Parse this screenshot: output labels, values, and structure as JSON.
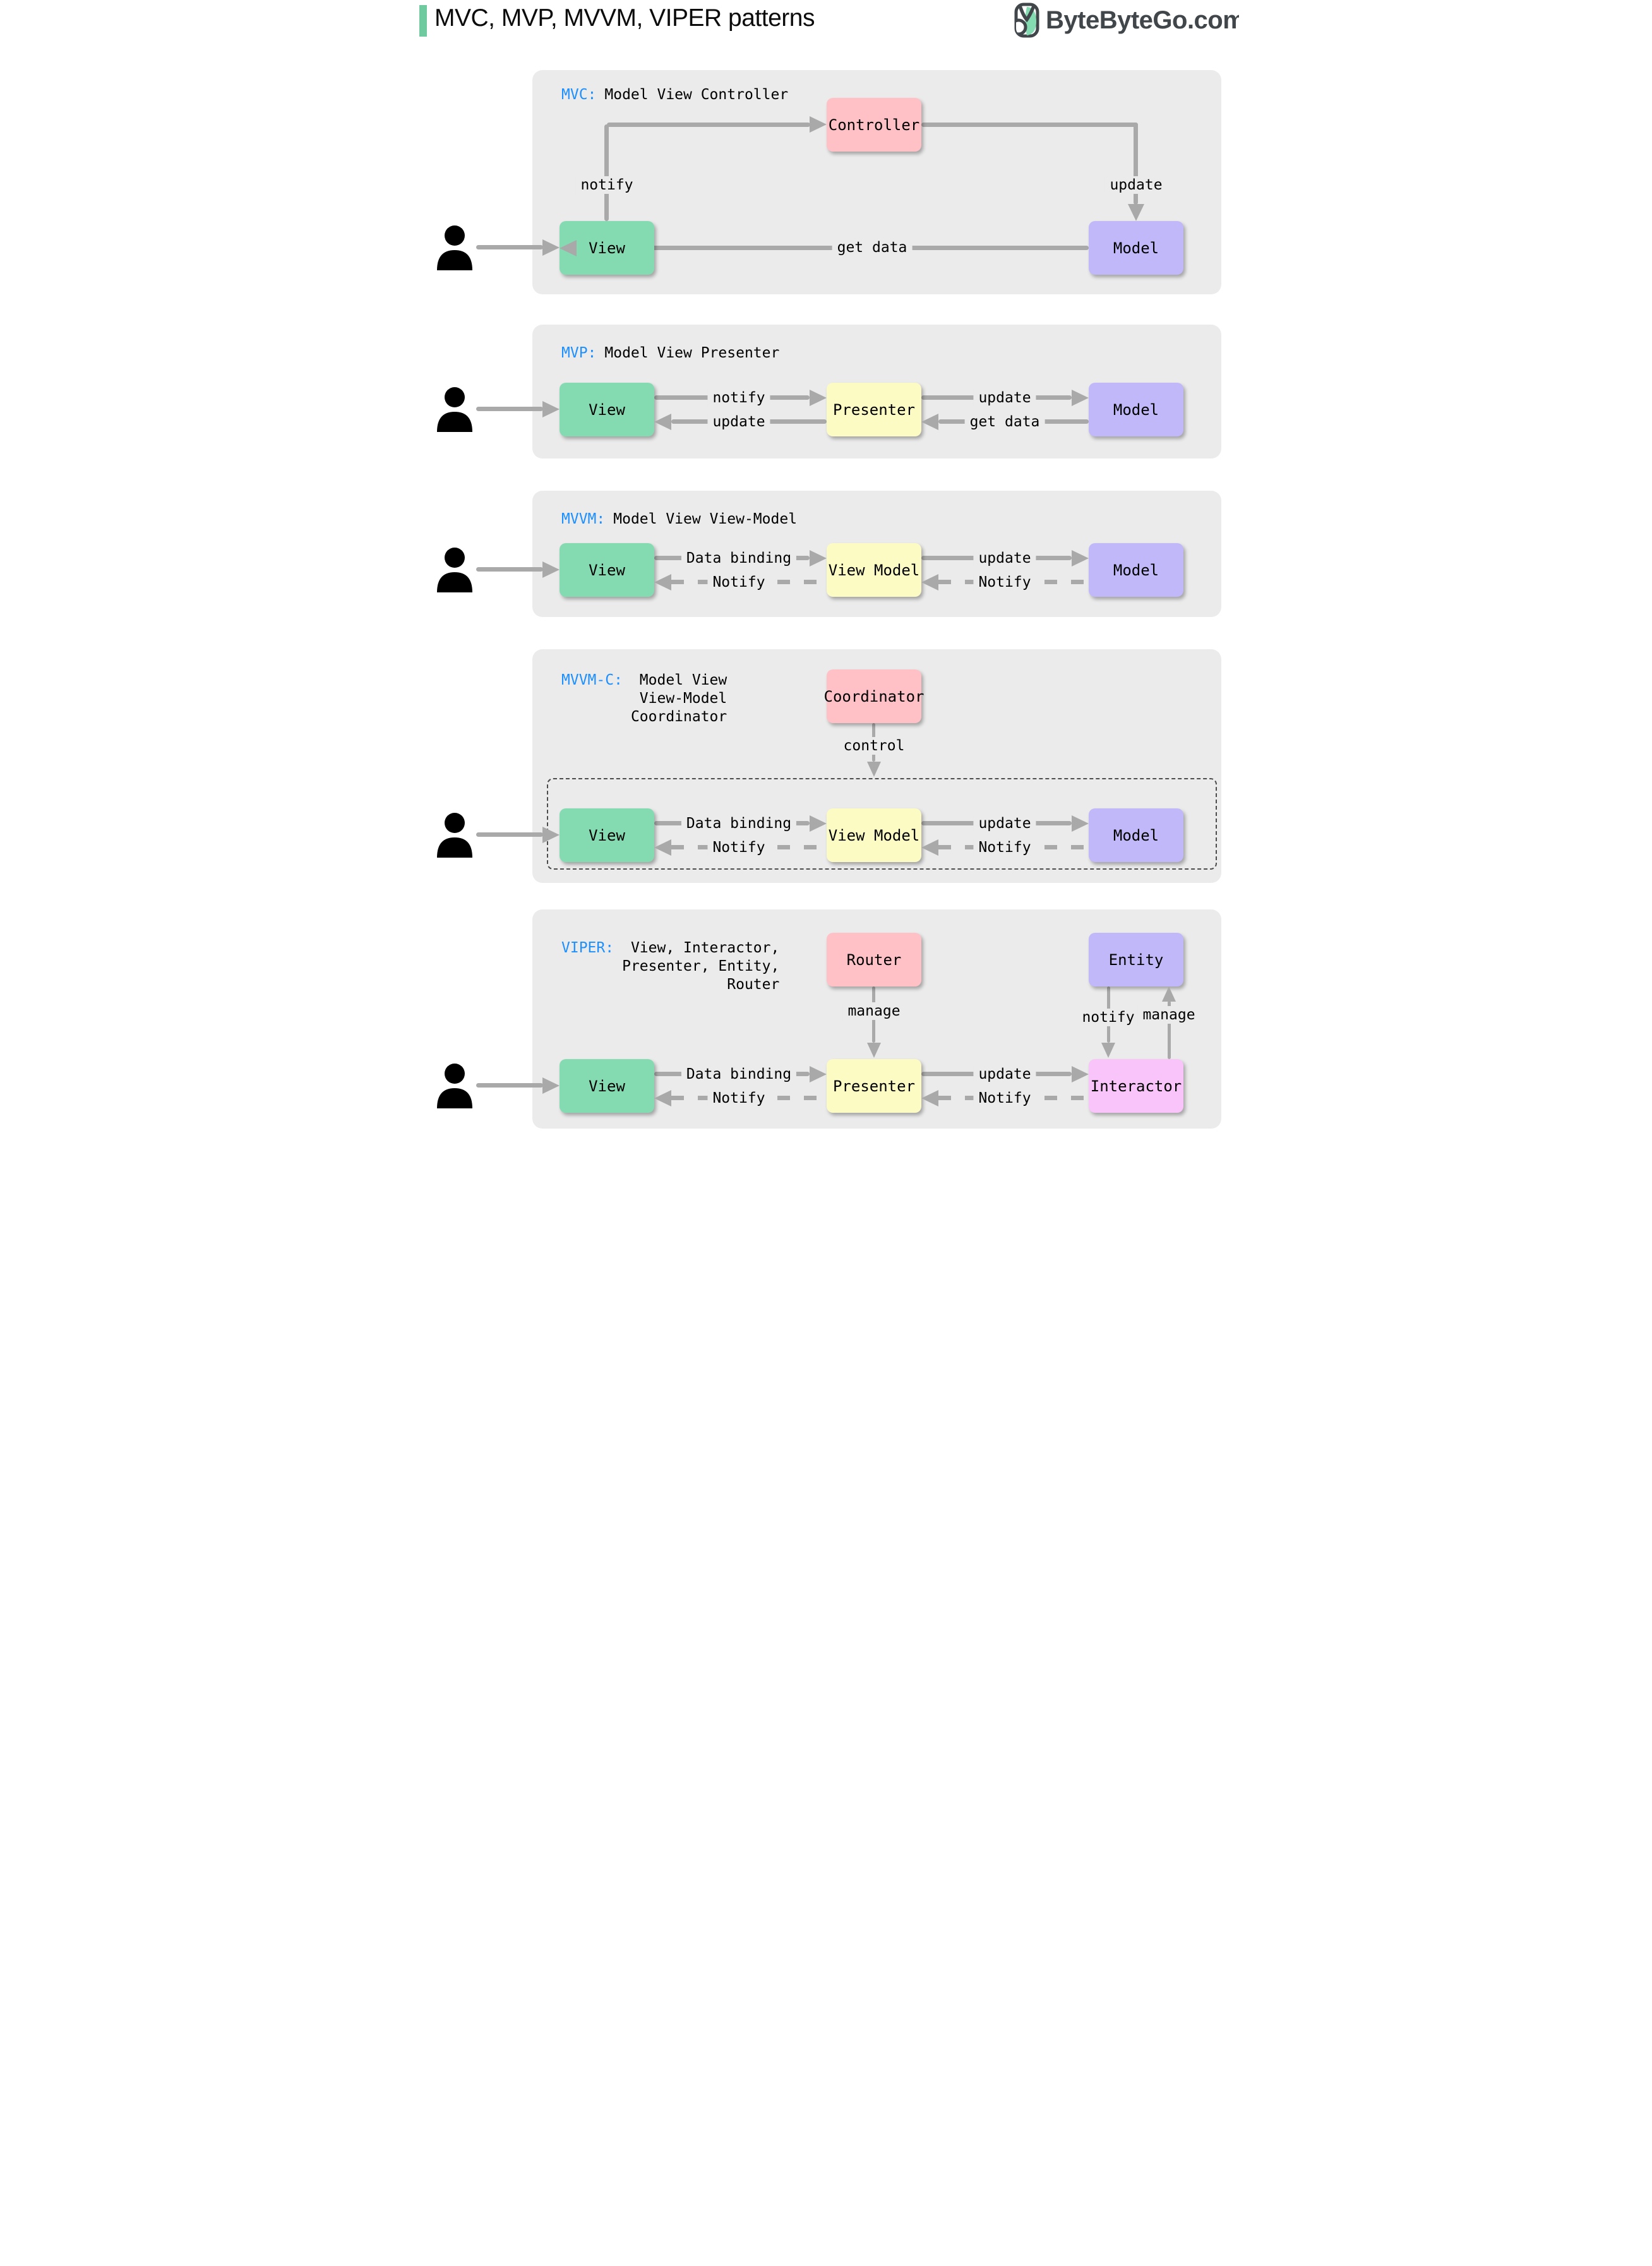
{
  "header": {
    "title": "MVC, MVP, MVVM, VIPER patterns",
    "logo": {
      "text": "ByteByteGo.com",
      "icon": "bytebytego-bird-icon"
    }
  },
  "icons": {
    "person": "person-silhouette-icon"
  },
  "colors": {
    "panel_bg": "#ebebeb",
    "arrow_gray": "#a9a9a9",
    "accent_blue": "#1e8ffe",
    "box_green": "#85dbb1",
    "box_pink": "#ffc0c6",
    "box_yellow": "#fcfbc4",
    "box_purple": "#c0b8f8",
    "box_magenta": "#f9c4f9",
    "header_bar_green": "#6fca9f",
    "logo_gray": "#41464a",
    "dashed_border_gray": "#4c4c4c",
    "ink": "#000000"
  },
  "panels": {
    "mvc": {
      "tag": "MVC:",
      "name": "Model View Controller",
      "boxes": {
        "controller": "Controller",
        "view": "View",
        "model": "Model"
      },
      "edges": {
        "notify": "notify",
        "update": "update",
        "get_data": "get data"
      }
    },
    "mvp": {
      "tag": "MVP:",
      "name": "Model View Presenter",
      "boxes": {
        "view": "View",
        "presenter": "Presenter",
        "model": "Model"
      },
      "edges": {
        "notify": "notify",
        "update_to_model": "update",
        "update_to_view": "update",
        "get_data": "get data"
      }
    },
    "mvvm": {
      "tag": "MVVM:",
      "name": "Model View View-Model",
      "boxes": {
        "view": "View",
        "view_model": "View Model",
        "model": "Model"
      },
      "edges": {
        "data_binding": "Data binding",
        "update": "update",
        "notify_to_view": "Notify",
        "notify_to_view_model": "Notify"
      }
    },
    "mvvm_c": {
      "tag": "MVVM-C:",
      "name_lines": [
        "Model View",
        "View-Model",
        "Coordinator"
      ],
      "boxes": {
        "coordinator": "Coordinator",
        "view": "View",
        "view_model": "View Model",
        "model": "Model"
      },
      "edges": {
        "control": "control",
        "data_binding": "Data binding",
        "update": "update",
        "notify_to_view": "Notify",
        "notify_to_view_model": "Notify"
      }
    },
    "viper": {
      "tag": "VIPER:",
      "name_lines": [
        "View, Interactor,",
        "Presenter, Entity,",
        "Router"
      ],
      "boxes": {
        "router": "Router",
        "entity": "Entity",
        "view": "View",
        "presenter": "Presenter",
        "interactor": "Interactor"
      },
      "edges": {
        "manage_presenter": "manage",
        "notify_interactor": "notify",
        "manage_entity": "manage",
        "data_binding": "Data binding",
        "update": "update",
        "notify_to_presenter": "Notify",
        "notify_to_view": "Notify"
      }
    }
  }
}
